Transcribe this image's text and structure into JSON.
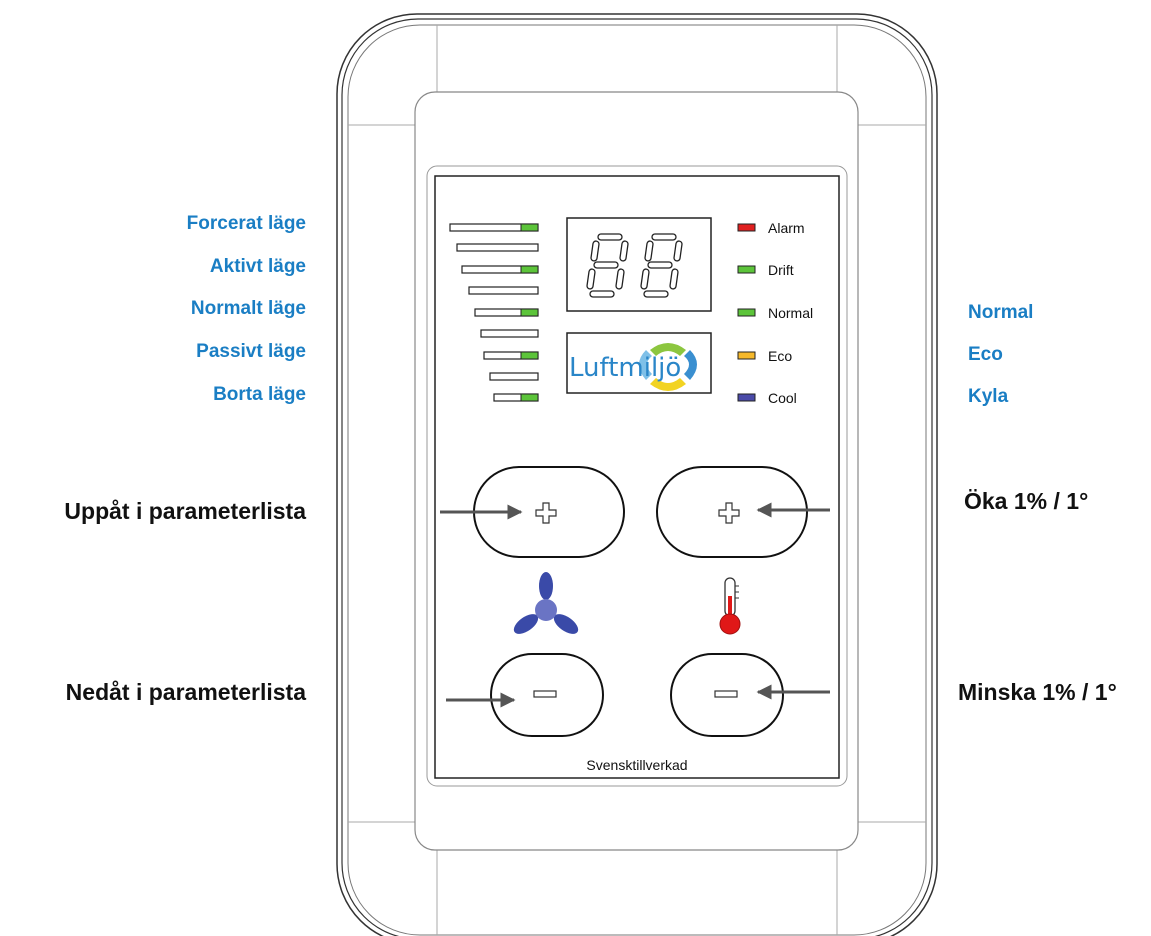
{
  "left_labels": {
    "forced": "Forcerat läge",
    "active": "Aktivt läge",
    "normal": "Normalt läge",
    "passive": "Passivt läge",
    "away": "Borta läge"
  },
  "right_labels": {
    "normal": "Normal",
    "eco": "Eco",
    "cool": "Kyla"
  },
  "button_labels": {
    "up_list": "Uppåt i parameterlista",
    "down_list": "Nedåt i parameterlista",
    "increase": "Öka 1% / 1°",
    "decrease": "Minska 1% / 1°"
  },
  "indicators": [
    {
      "label": "Alarm",
      "color": "#e02020"
    },
    {
      "label": "Drift",
      "color": "#5cc43a"
    },
    {
      "label": "Normal",
      "color": "#5cc43a"
    },
    {
      "label": "Eco",
      "color": "#f5b82a"
    },
    {
      "label": "Cool",
      "color": "#4a4aa8"
    }
  ],
  "display": {
    "digits": "88"
  },
  "logo": {
    "text": "Luftmiljö"
  },
  "footer": {
    "text": "Svensktillverkad"
  },
  "icons": {
    "plus_left": "plus-icon",
    "plus_right": "plus-icon",
    "minus_left": "minus-icon",
    "minus_right": "minus-icon",
    "fan": "fan-icon",
    "thermometer": "thermometer-icon"
  },
  "colors": {
    "label_blue": "#1a7ec4",
    "led_green": "#5cc43a",
    "fan_blue": "#3a4aa8",
    "thermo_red": "#e01818"
  }
}
